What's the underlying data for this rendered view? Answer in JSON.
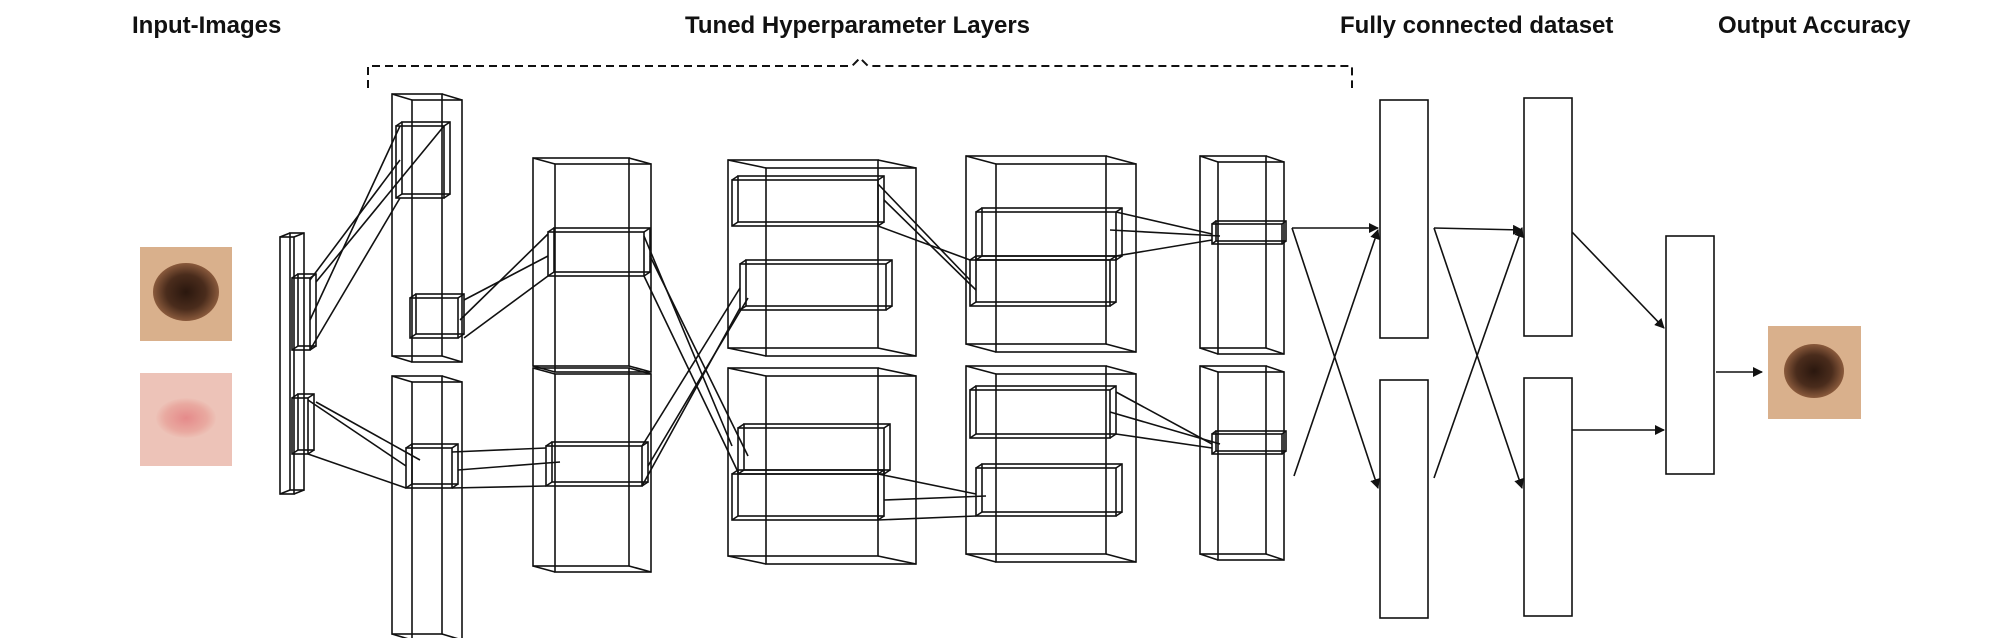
{
  "labels": {
    "input": "Input-Images",
    "tuned": "Tuned Hyperparameter Layers",
    "fc": "Fully connected dataset",
    "output": "Output Accuracy"
  },
  "colors": {
    "stroke": "#111111",
    "mole_skin": "#d9b08c",
    "mole_dark": "#3b2416",
    "red_skin": "#e8b3a9",
    "red_patch": "#d98080"
  },
  "thumbnails": [
    {
      "name": "input-mole-image",
      "kind": "mole"
    },
    {
      "name": "input-red-lesion-image",
      "kind": "red"
    },
    {
      "name": "output-mole-image",
      "kind": "mole"
    }
  ]
}
